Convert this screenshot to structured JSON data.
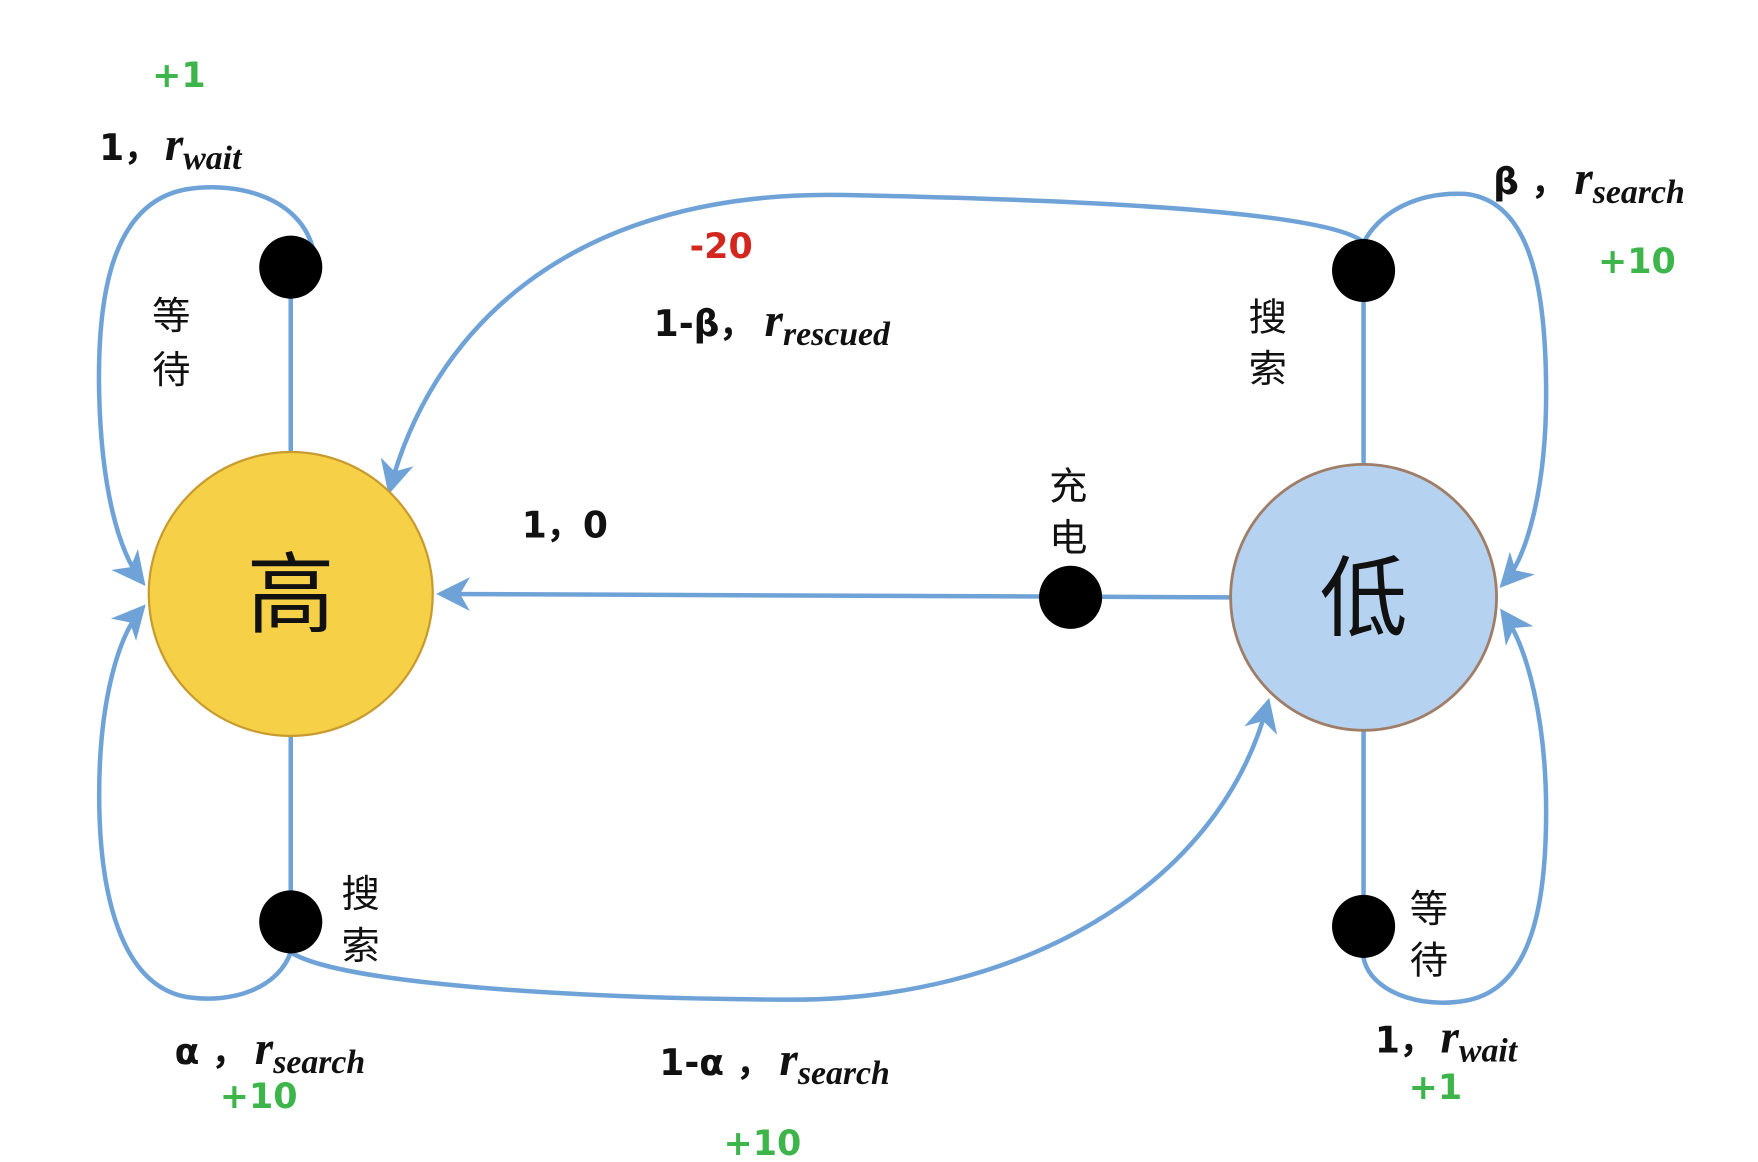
{
  "colors": {
    "high_state": "#F6D148",
    "high_state_border": "#C99B2E",
    "low_state": "#B5D2F1",
    "low_state_border": "#A07D66",
    "edge": "#6FA3D8",
    "reward_positive": "#3DB54A",
    "reward_negative": "#D2261F"
  },
  "states": {
    "high": {
      "label": "高"
    },
    "low": {
      "label": "低"
    }
  },
  "actions": {
    "high_wait": [
      "等",
      "待"
    ],
    "high_search": [
      "搜",
      "索"
    ],
    "low_search": [
      "搜",
      "索"
    ],
    "low_wait": [
      "等",
      "待"
    ],
    "low_recharge": [
      "充",
      "电"
    ]
  },
  "transitions": {
    "high_wait_loop": {
      "prob": "1，",
      "symbol": "r",
      "reward_name": "wait",
      "reward": "+1"
    },
    "high_search_stay": {
      "prob": "α ，",
      "symbol": "r",
      "reward_name": "search",
      "reward": "+10"
    },
    "high_search_to_low": {
      "prob": "1-α ，",
      "symbol": "r",
      "reward_name": "search",
      "reward": "+10"
    },
    "low_search_stay": {
      "prob": "β ，",
      "symbol": "r",
      "reward_name": "search",
      "reward": "+10"
    },
    "low_search_rescued": {
      "prob": "1-β，",
      "symbol": "r",
      "reward_name": "rescued",
      "reward": "-20"
    },
    "low_wait_loop": {
      "prob": "1，",
      "symbol": "r",
      "reward_name": "wait",
      "reward": "+1"
    },
    "low_recharge": {
      "label": "1，0"
    }
  }
}
